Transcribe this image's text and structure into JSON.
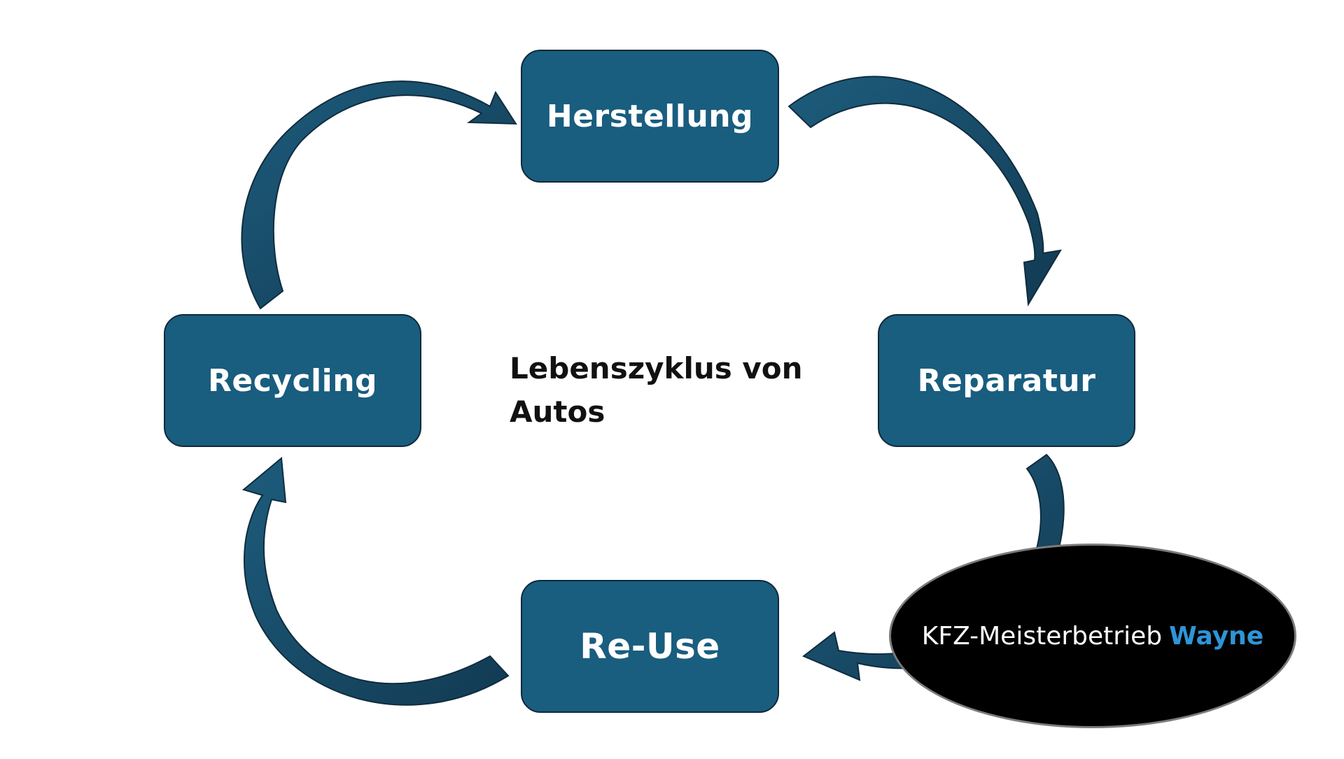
{
  "diagram": {
    "nodes": {
      "herstellung": "Herstellung",
      "reparatur": "Reparatur",
      "reuse": "Re-Use",
      "recycling": "Recycling"
    },
    "center_title": {
      "line1": "Lebenszyklus von",
      "line2": "Autos"
    },
    "cycle_order": [
      "Herstellung",
      "Reparatur",
      "Re-Use",
      "Recycling"
    ]
  },
  "badge": {
    "prefix": "KFZ-Meisterbetrieb",
    "brand": "Wayne"
  },
  "colors": {
    "box_fill": "#195d7f",
    "box_border": "#10293a",
    "arrow_fill": "#1f5f80",
    "arrow_edge": "#123247",
    "badge_bg": "#000000",
    "badge_brand": "#2e95d6",
    "title_text": "#111111"
  }
}
